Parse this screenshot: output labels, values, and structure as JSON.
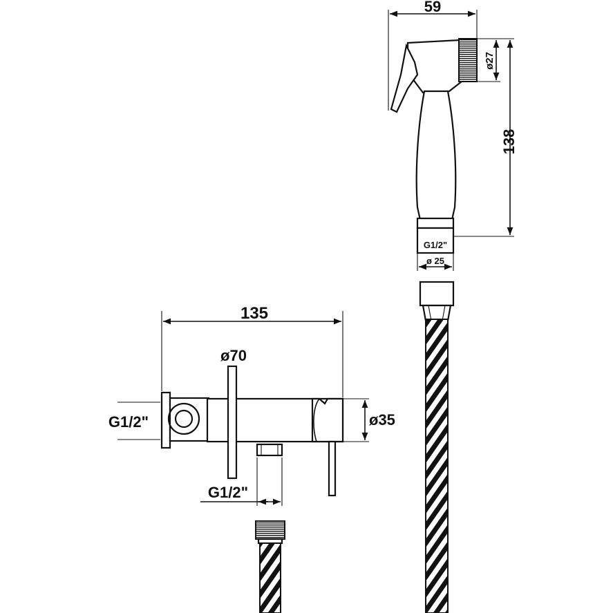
{
  "dimensions": {
    "spray_width": "59",
    "spray_nozzle_dia": "ø27",
    "spray_length": "138",
    "spray_thread": "G1/2\"",
    "spray_inlet_dia": "ø 25",
    "valve_width": "135",
    "flange_dia": "ø70",
    "valve_body_dia": "ø35",
    "wall_thread": "G1/2\"",
    "outlet_thread": "G1/2\""
  },
  "colors": {
    "line": "#111111",
    "background": "#ffffff"
  }
}
